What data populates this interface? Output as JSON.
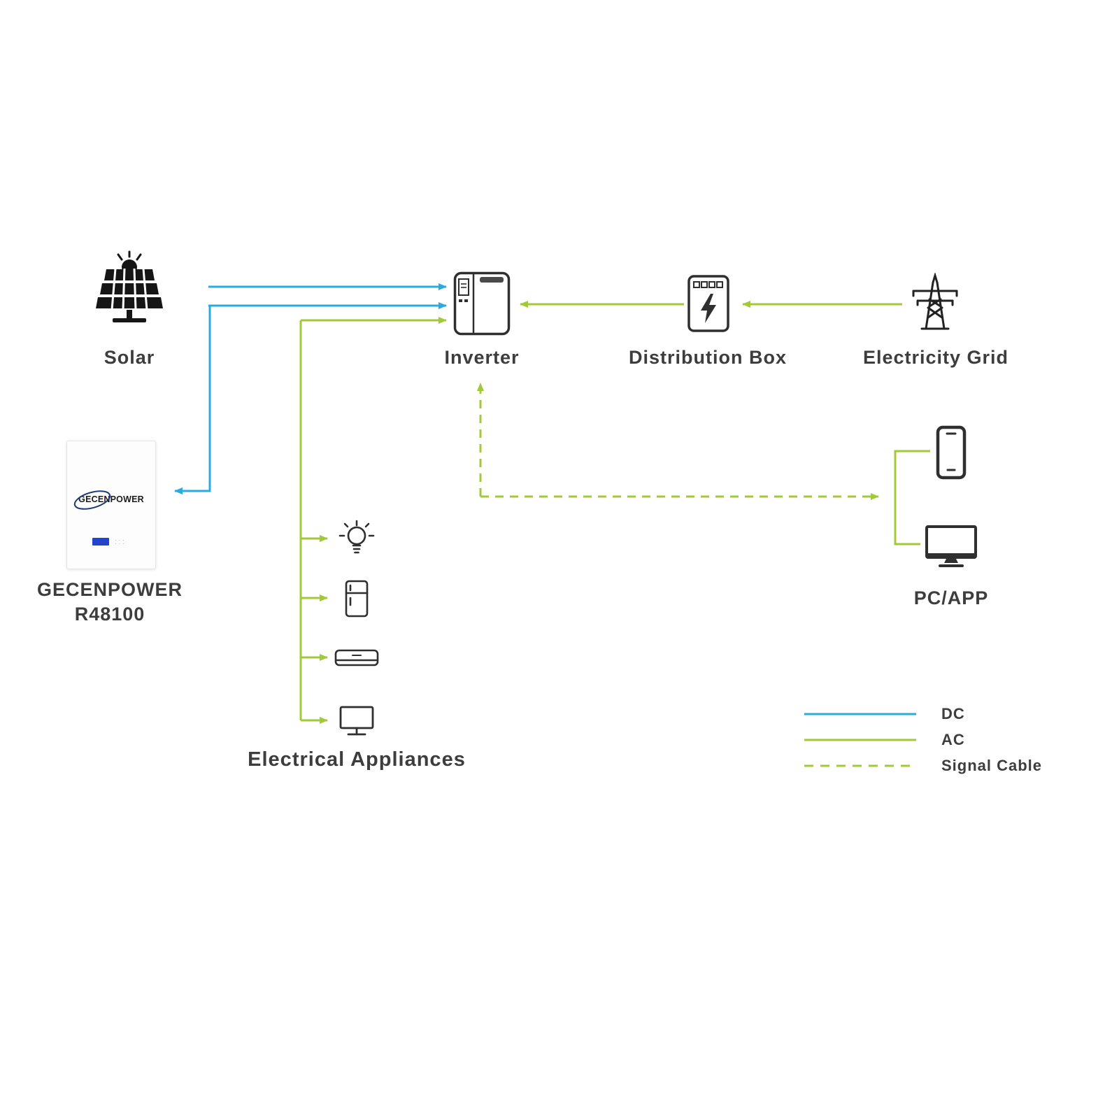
{
  "nodes": {
    "solar": {
      "label": "Solar"
    },
    "inverter": {
      "label": "Inverter"
    },
    "distribution_box": {
      "label": "Distribution Box"
    },
    "electricity_grid": {
      "label": "Electricity Grid"
    },
    "battery": {
      "logo": "GECENPOWER",
      "label_line1": "GECENPOWER",
      "label_line2": "R48100"
    },
    "appliances": {
      "label": "Electrical Appliances"
    },
    "pc_app": {
      "label": "PC/APP"
    }
  },
  "legend": {
    "items": [
      {
        "label": "DC",
        "style": "solid",
        "color": "#29abe2"
      },
      {
        "label": "AC",
        "style": "solid",
        "color": "#a2c938"
      },
      {
        "label": "Signal Cable",
        "style": "dashed",
        "color": "#a2c938"
      }
    ]
  },
  "colors": {
    "dc_line": "#29abe2",
    "ac_line": "#a2c938",
    "signal_line": "#a2c938",
    "icon": "#2f2f2f",
    "text": "#3d3d3d"
  }
}
